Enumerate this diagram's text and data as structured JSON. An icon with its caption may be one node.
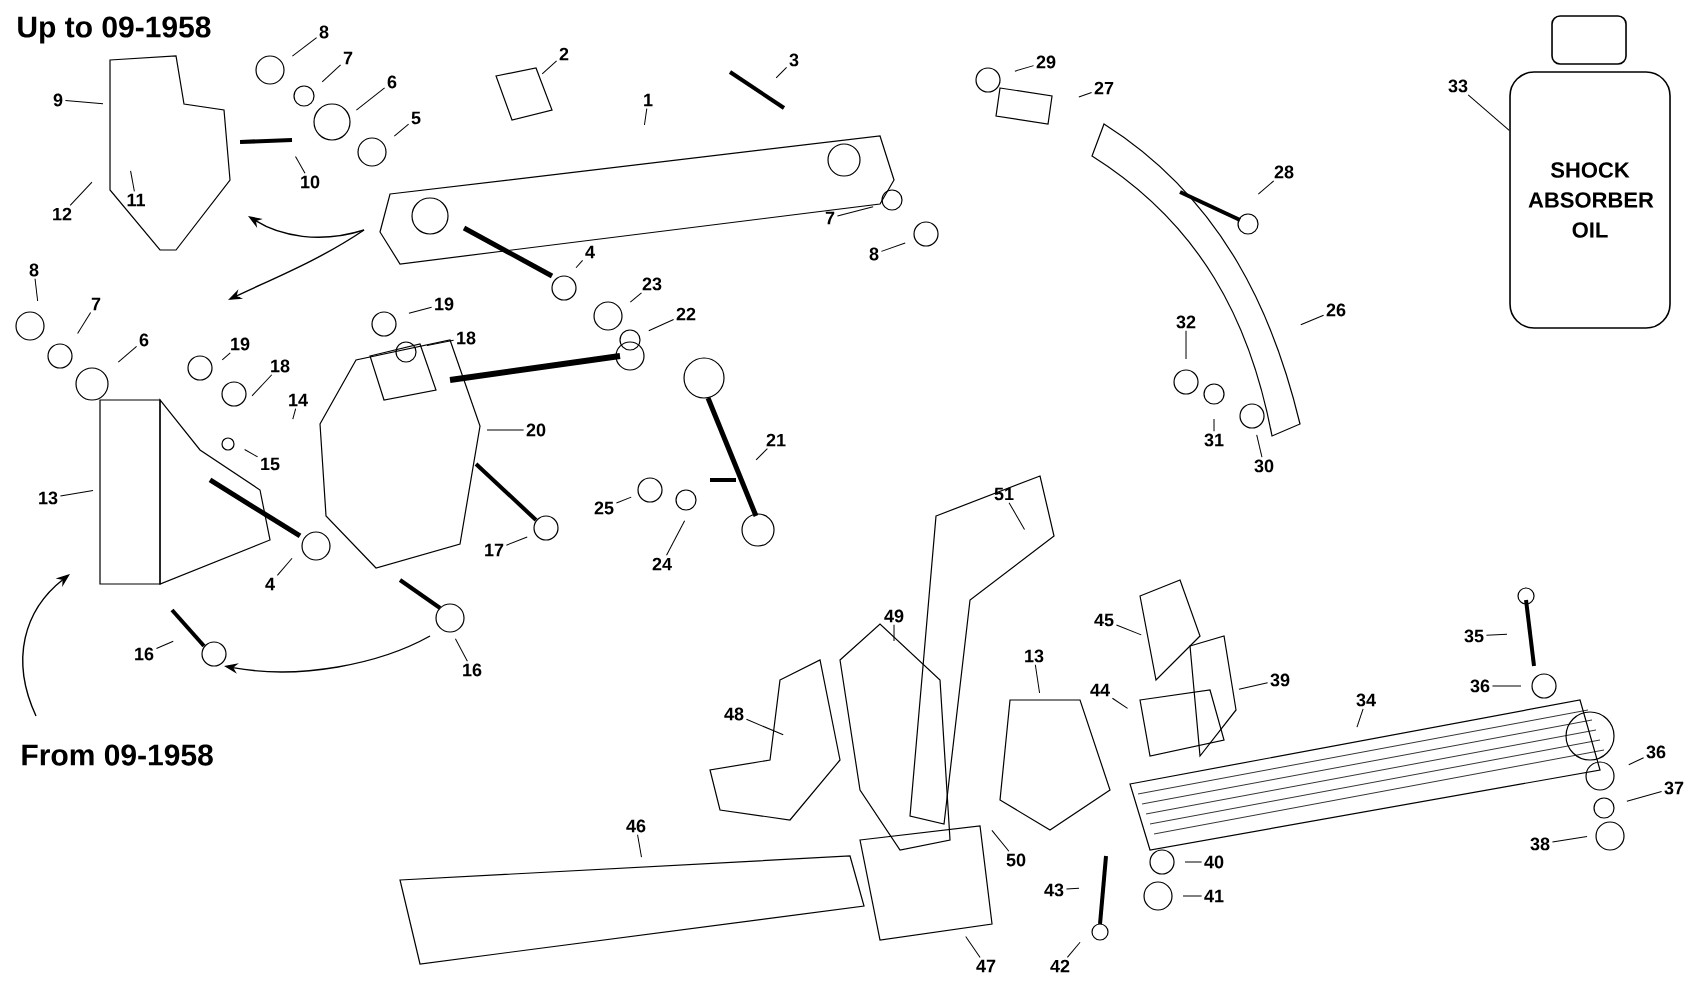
{
  "diagram": {
    "nodes": [
      {
        "text": [
          "1"
        ]
      },
      {
        "text": [
          "2"
        ]
      },
      {
        "text": [
          "3"
        ]
      },
      {
        "text": [
          "8"
        ]
      },
      {
        "text": [
          "7"
        ]
      },
      {
        "text": [
          "6"
        ]
      },
      {
        "text": [
          "5"
        ]
      },
      {
        "text": [
          "9"
        ]
      },
      {
        "text": [
          "10"
        ]
      },
      {
        "text": [
          "11"
        ]
      },
      {
        "text": [
          "12"
        ]
      },
      {
        "text": [
          "4"
        ]
      },
      {
        "text": [
          "7"
        ]
      },
      {
        "text": [
          "8"
        ]
      },
      {
        "text": [
          "23"
        ]
      },
      {
        "text": [
          "22"
        ]
      },
      {
        "text": [
          "8"
        ]
      },
      {
        "text": [
          "7"
        ]
      },
      {
        "text": [
          "6"
        ]
      },
      {
        "text": [
          "19"
        ]
      },
      {
        "text": [
          "18"
        ]
      },
      {
        "text": [
          "19"
        ]
      },
      {
        "text": [
          "18"
        ]
      },
      {
        "text": [
          "14"
        ]
      },
      {
        "text": [
          "20"
        ]
      },
      {
        "text": [
          "15"
        ]
      },
      {
        "text": [
          "21"
        ]
      },
      {
        "text": [
          "13"
        ]
      },
      {
        "text": [
          "25"
        ]
      },
      {
        "text": [
          "24"
        ]
      },
      {
        "text": [
          "17"
        ]
      },
      {
        "text": [
          "4"
        ]
      },
      {
        "text": [
          "16"
        ]
      },
      {
        "text": [
          "16"
        ]
      },
      {
        "text": [
          "29"
        ]
      },
      {
        "text": [
          "27"
        ]
      },
      {
        "text": [
          "28"
        ]
      },
      {
        "text": [
          "26"
        ]
      },
      {
        "text": [
          "32"
        ]
      },
      {
        "text": [
          "31"
        ]
      },
      {
        "text": [
          "30"
        ]
      },
      {
        "text": [
          "33"
        ]
      },
      {
        "text": [
          "SHOCK ABSORBER OIL"
        ]
      },
      {
        "text": [
          "51"
        ]
      },
      {
        "text": [
          "49"
        ]
      },
      {
        "text": [
          "45"
        ]
      },
      {
        "text": [
          "13"
        ]
      },
      {
        "text": [
          "44"
        ]
      },
      {
        "text": [
          "39"
        ]
      },
      {
        "text": [
          "34"
        ]
      },
      {
        "text": [
          "35"
        ]
      },
      {
        "text": [
          "36"
        ]
      },
      {
        "text": [
          "48"
        ]
      },
      {
        "text": [
          "36"
        ]
      },
      {
        "text": [
          "37"
        ]
      },
      {
        "text": [
          "38"
        ]
      },
      {
        "text": [
          "46"
        ]
      },
      {
        "text": [
          "50"
        ]
      },
      {
        "text": [
          "43"
        ]
      },
      {
        "text": [
          "40"
        ]
      },
      {
        "text": [
          "41"
        ]
      },
      {
        "text": [
          "47"
        ]
      },
      {
        "text": [
          "42"
        ]
      }
    ],
    "edges": [
      {
        "from": 0,
        "to": null,
        "arrow": "none"
      },
      {
        "from": 1,
        "to": null,
        "arrow": "none"
      },
      {
        "from": 2,
        "to": null,
        "arrow": "none"
      },
      {
        "from": 3,
        "to": null,
        "arrow": "none"
      },
      {
        "from": 4,
        "to": null,
        "arrow": "none"
      },
      {
        "from": 5,
        "to": null,
        "arrow": "none"
      },
      {
        "from": 6,
        "to": null,
        "arrow": "none"
      },
      {
        "from": 7,
        "to": null,
        "arrow": "none"
      },
      {
        "from": 8,
        "to": null,
        "arrow": "none"
      },
      {
        "from": 9,
        "to": null,
        "arrow": "none"
      },
      {
        "from": 10,
        "to": null,
        "arrow": "none"
      },
      {
        "from": 11,
        "to": null,
        "arrow": "none"
      },
      {
        "from": 12,
        "to": null,
        "arrow": "none"
      },
      {
        "from": 13,
        "to": null,
        "arrow": "none"
      },
      {
        "from": 14,
        "to": null,
        "arrow": "none"
      },
      {
        "from": 15,
        "to": null,
        "arrow": "none"
      },
      {
        "from": 16,
        "to": null,
        "arrow": "none"
      },
      {
        "from": 17,
        "to": null,
        "arrow": "none"
      },
      {
        "from": 18,
        "to": null,
        "arrow": "none"
      },
      {
        "from": 19,
        "to": null,
        "arrow": "none"
      },
      {
        "from": 20,
        "to": null,
        "arrow": "none"
      },
      {
        "from": 21,
        "to": null,
        "arrow": "none"
      },
      {
        "from": 22,
        "to": null,
        "arrow": "none"
      },
      {
        "from": 23,
        "to": null,
        "arrow": "none"
      },
      {
        "from": 24,
        "to": null,
        "arrow": "none"
      },
      {
        "from": 25,
        "to": null,
        "arrow": "none"
      },
      {
        "from": 26,
        "to": null,
        "arrow": "none"
      },
      {
        "from": 27,
        "to": null,
        "arrow": "none"
      },
      {
        "from": 28,
        "to": null,
        "arrow": "none"
      },
      {
        "from": 29,
        "to": null,
        "arrow": "none"
      },
      {
        "from": 30,
        "to": null,
        "arrow": "none"
      },
      {
        "from": 31,
        "to": null,
        "arrow": "none"
      },
      {
        "from": 32,
        "to": null,
        "arrow": "none"
      },
      {
        "from": 33,
        "to": null,
        "arrow": "none"
      },
      {
        "from": 34,
        "to": null,
        "arrow": "none"
      },
      {
        "from": 35,
        "to": null,
        "arrow": "none"
      },
      {
        "from": 36,
        "to": null,
        "arrow": "none"
      },
      {
        "from": 37,
        "to": null,
        "arrow": "none"
      },
      {
        "from": 38,
        "to": null,
        "arrow": "none"
      },
      {
        "from": 39,
        "to": null,
        "arrow": "none"
      },
      {
        "from": 40,
        "to": null,
        "arrow": "none"
      },
      {
        "from": 41,
        "to": 42,
        "arrow": "none"
      },
      {
        "from": 43,
        "to": null,
        "arrow": "none"
      },
      {
        "from": 44,
        "to": null,
        "arrow": "none"
      },
      {
        "from": 45,
        "to": null,
        "arrow": "none"
      },
      {
        "from": 46,
        "to": null,
        "arrow": "none"
      },
      {
        "from": 47,
        "to": null,
        "arrow": "none"
      },
      {
        "from": 48,
        "to": null,
        "arrow": "none"
      },
      {
        "from": 49,
        "to": null,
        "arrow": "none"
      },
      {
        "from": 50,
        "to": null,
        "arrow": "none"
      },
      {
        "from": 51,
        "to": null,
        "arrow": "none"
      },
      {
        "from": 52,
        "to": null,
        "arrow": "none"
      },
      {
        "from": 53,
        "to": null,
        "arrow": "none"
      },
      {
        "from": 54,
        "to": null,
        "arrow": "none"
      },
      {
        "from": 55,
        "to": null,
        "arrow": "none"
      },
      {
        "from": 56,
        "to": null,
        "arrow": "none"
      },
      {
        "from": 57,
        "to": null,
        "arrow": "none"
      },
      {
        "from": 58,
        "to": null,
        "arrow": "none"
      },
      {
        "from": 59,
        "to": null,
        "arrow": "none"
      },
      {
        "from": 60,
        "to": null,
        "arrow": "none"
      },
      {
        "from": 61,
        "to": null,
        "arrow": "none"
      },
      {
        "from": 62,
        "to": null,
        "arrow": "none"
      }
    ],
    "labels": [
      "Up to 09-1958",
      "From 09-1958"
    ]
  }
}
